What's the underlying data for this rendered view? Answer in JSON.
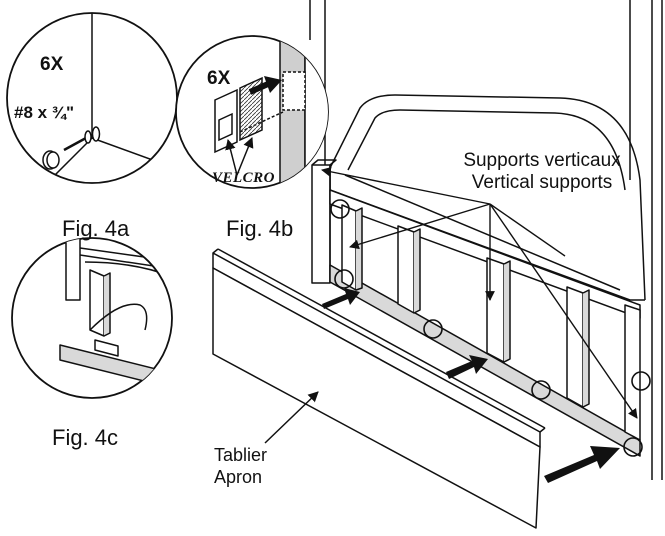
{
  "labels": {
    "qty_a": "6X",
    "qty_b": "6X",
    "screw_spec": "#8 x ¾\"",
    "velcro": "VELCRO",
    "fig_4a": "Fig. 4a",
    "fig_4b": "Fig. 4b",
    "fig_4c": "Fig. 4c",
    "supports_fr": "Supports verticaux",
    "supports_en": "Vertical supports",
    "apron_fr": "Tablier",
    "apron_en": "Apron"
  },
  "colors": {
    "line": "#111111",
    "shade": "#d9d9d9",
    "arrow": "#111111"
  }
}
